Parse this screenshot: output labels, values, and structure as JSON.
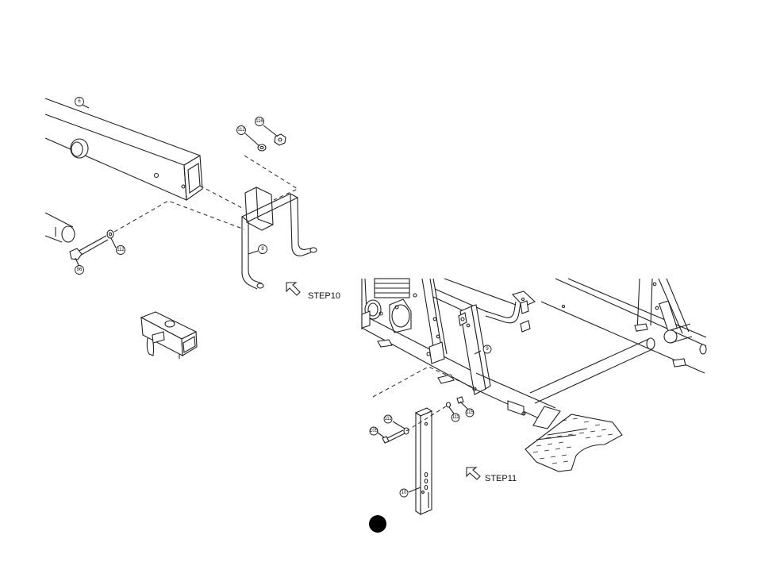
{
  "steps": [
    {
      "label": "STEP10"
    },
    {
      "label": "STEP11"
    }
  ],
  "callouts": [
    {
      "id": "c-6-top",
      "label": "6"
    },
    {
      "id": "c-116",
      "label": "116"
    },
    {
      "id": "c-112a",
      "label": "112"
    },
    {
      "id": "c-8",
      "label": "8"
    },
    {
      "id": "c-112b",
      "label": "112"
    },
    {
      "id": "c-96",
      "label": "96"
    },
    {
      "id": "c-9",
      "label": "9"
    },
    {
      "id": "c-111a",
      "label": "111"
    },
    {
      "id": "c-111b",
      "label": "111"
    },
    {
      "id": "c-115",
      "label": "115"
    },
    {
      "id": "c-105",
      "label": "105"
    },
    {
      "id": "c-10",
      "label": "10"
    }
  ],
  "colors": {
    "ink": "#222222",
    "background": "#ffffff"
  }
}
